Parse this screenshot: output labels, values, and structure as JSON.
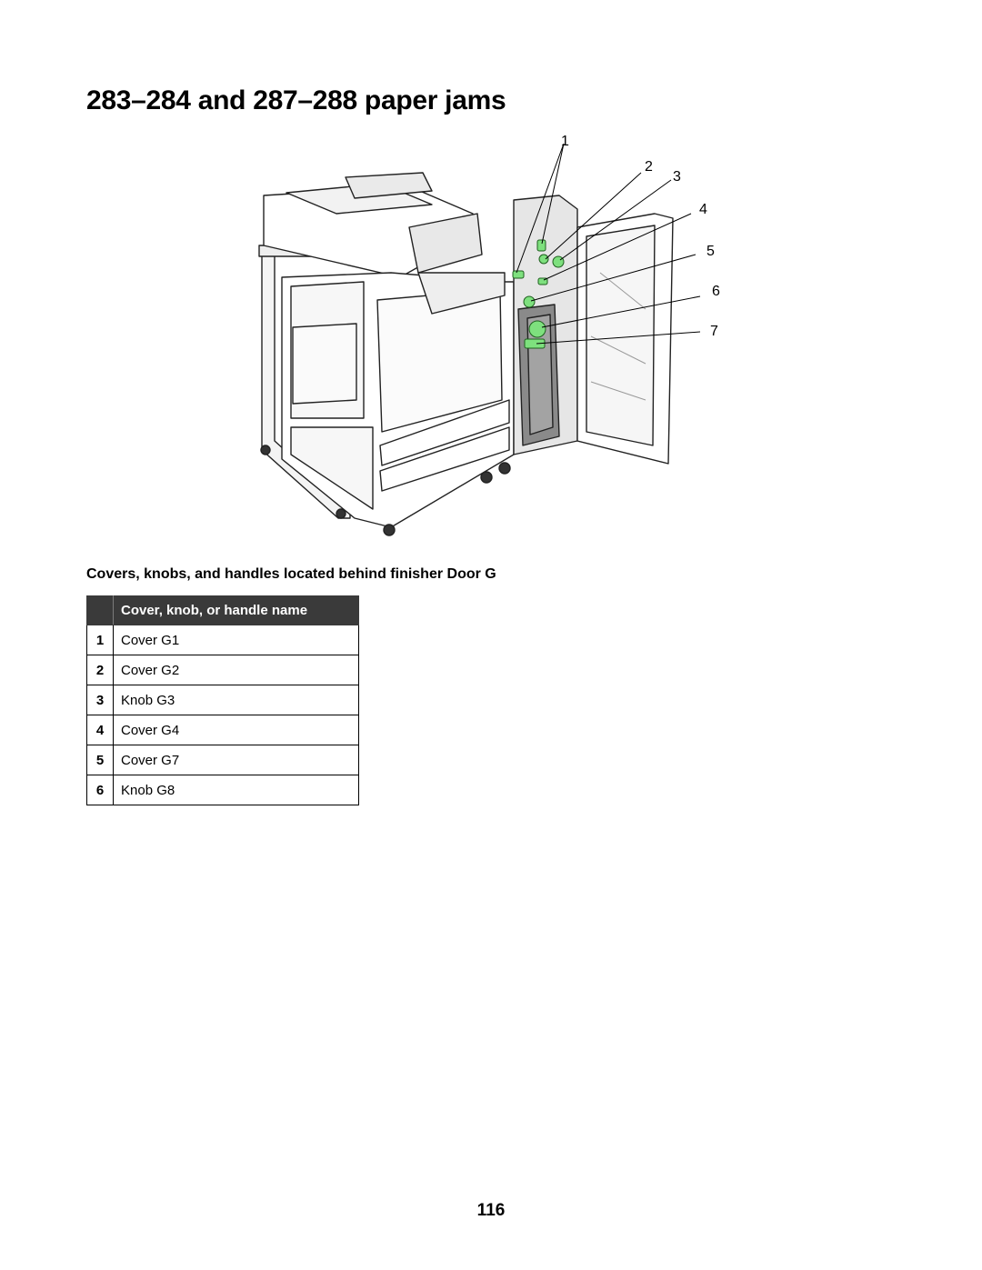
{
  "page": {
    "title": "283–284 and 287–288 paper jams",
    "section_heading": "Covers, knobs, and handles located behind finisher Door G",
    "page_number": "116"
  },
  "figure": {
    "callouts": [
      "1",
      "2",
      "3",
      "4",
      "5",
      "6",
      "7"
    ],
    "highlight_color": "#7ee07e"
  },
  "table": {
    "number_header": "",
    "name_header": "Cover, knob, or handle name",
    "rows": [
      {
        "num": "1",
        "name": "Cover G1"
      },
      {
        "num": "2",
        "name": "Cover G2"
      },
      {
        "num": "3",
        "name": "Knob G3"
      },
      {
        "num": "4",
        "name": "Cover G4"
      },
      {
        "num": "5",
        "name": "Cover G7"
      },
      {
        "num": "6",
        "name": "Knob G8"
      }
    ]
  }
}
